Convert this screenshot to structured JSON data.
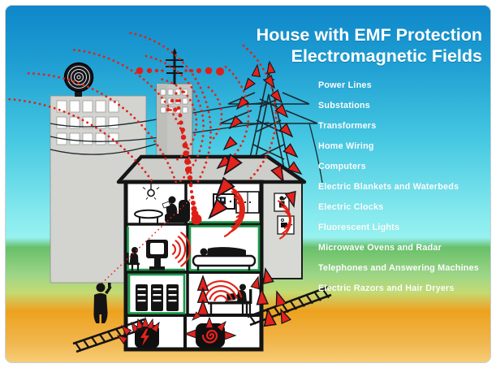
{
  "title": {
    "line1": "House with EMF Protection",
    "line2": "Electromagnetic Fields"
  },
  "emf_sources": {
    "items": [
      "Power Lines",
      "Substations",
      "Transformers",
      "Home Wiring",
      "Computers",
      "Electric Blankets and Waterbeds",
      "Electric Clocks",
      "Fluorescent Lights",
      "Microwave Ovens and Radar",
      "Telephones and Answering Machines",
      "Electric Razors and Hair Dryers"
    ]
  },
  "colors": {
    "sky_top": "#0d84c9",
    "sky_bottom": "#97f1f0",
    "grass": "#68c06a",
    "soil": "#eda21e",
    "emf_red": "#e02418",
    "protection_green": "#1a9a4a",
    "silhouette": "#141414",
    "text": "#ffffff"
  },
  "icons": {
    "radar_dish": "concentric-circle dish on office building",
    "utility_pole": "mast with three crossarms emitting red dots",
    "transmission_tower": "lattice pylon with red arrows",
    "emf_waves": "red concentric arcs",
    "emf_dots": "red dotted rays",
    "lightning_bolt": "red zigzag on furnace box",
    "fan_spiral": "red spiral on motor box",
    "phone_person": "silhouette talking on phone",
    "razor": "electric razor pictogram"
  }
}
